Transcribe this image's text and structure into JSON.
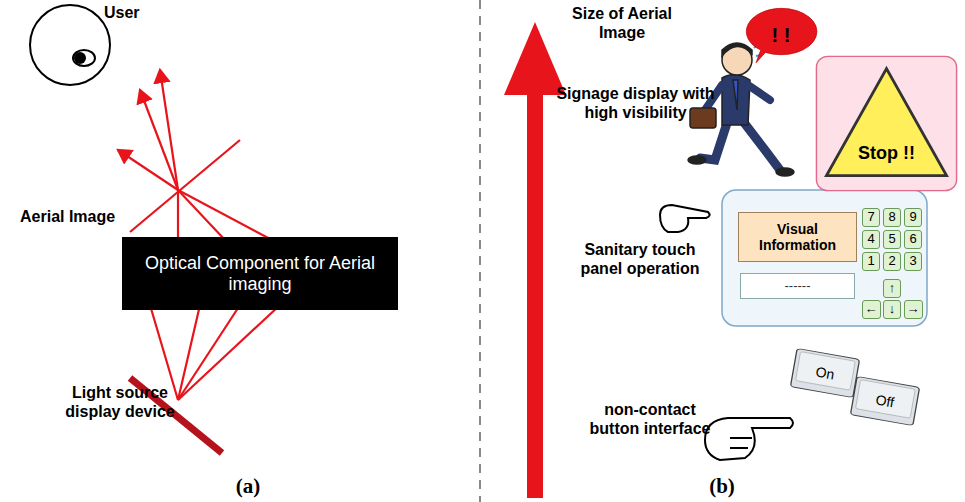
{
  "diagram": {
    "nodes": [
      {
        "text": [
          "Optical Component for Aerial imaging"
        ]
      },
      {
        "text": [
          "! !"
        ]
      },
      {
        "text": [
          "Stop !!"
        ]
      },
      {
        "text": [
          "Visual Information"
        ]
      },
      {
        "text": [
          "7"
        ]
      },
      {
        "text": [
          "8"
        ]
      },
      {
        "text": [
          "9"
        ]
      },
      {
        "text": [
          "4"
        ]
      },
      {
        "text": [
          "5"
        ]
      },
      {
        "text": [
          "6"
        ]
      },
      {
        "text": [
          "1"
        ]
      },
      {
        "text": [
          "2"
        ]
      },
      {
        "text": [
          "3"
        ]
      },
      {
        "text": [
          "------"
        ]
      },
      {
        "text": [
          "↑"
        ]
      },
      {
        "text": [
          "←"
        ]
      },
      {
        "text": [
          "↓"
        ]
      },
      {
        "text": [
          "→"
        ]
      },
      {
        "text": [
          "On"
        ]
      },
      {
        "text": [
          "Off"
        ]
      }
    ],
    "labels": [
      "User",
      "Aerial Image",
      "Light source display device",
      "(a)",
      "Size of Aerial Image",
      "Signage display with high visibility",
      "Sanitary touch panel operation",
      "non-contact button interface",
      "(b)"
    ]
  }
}
